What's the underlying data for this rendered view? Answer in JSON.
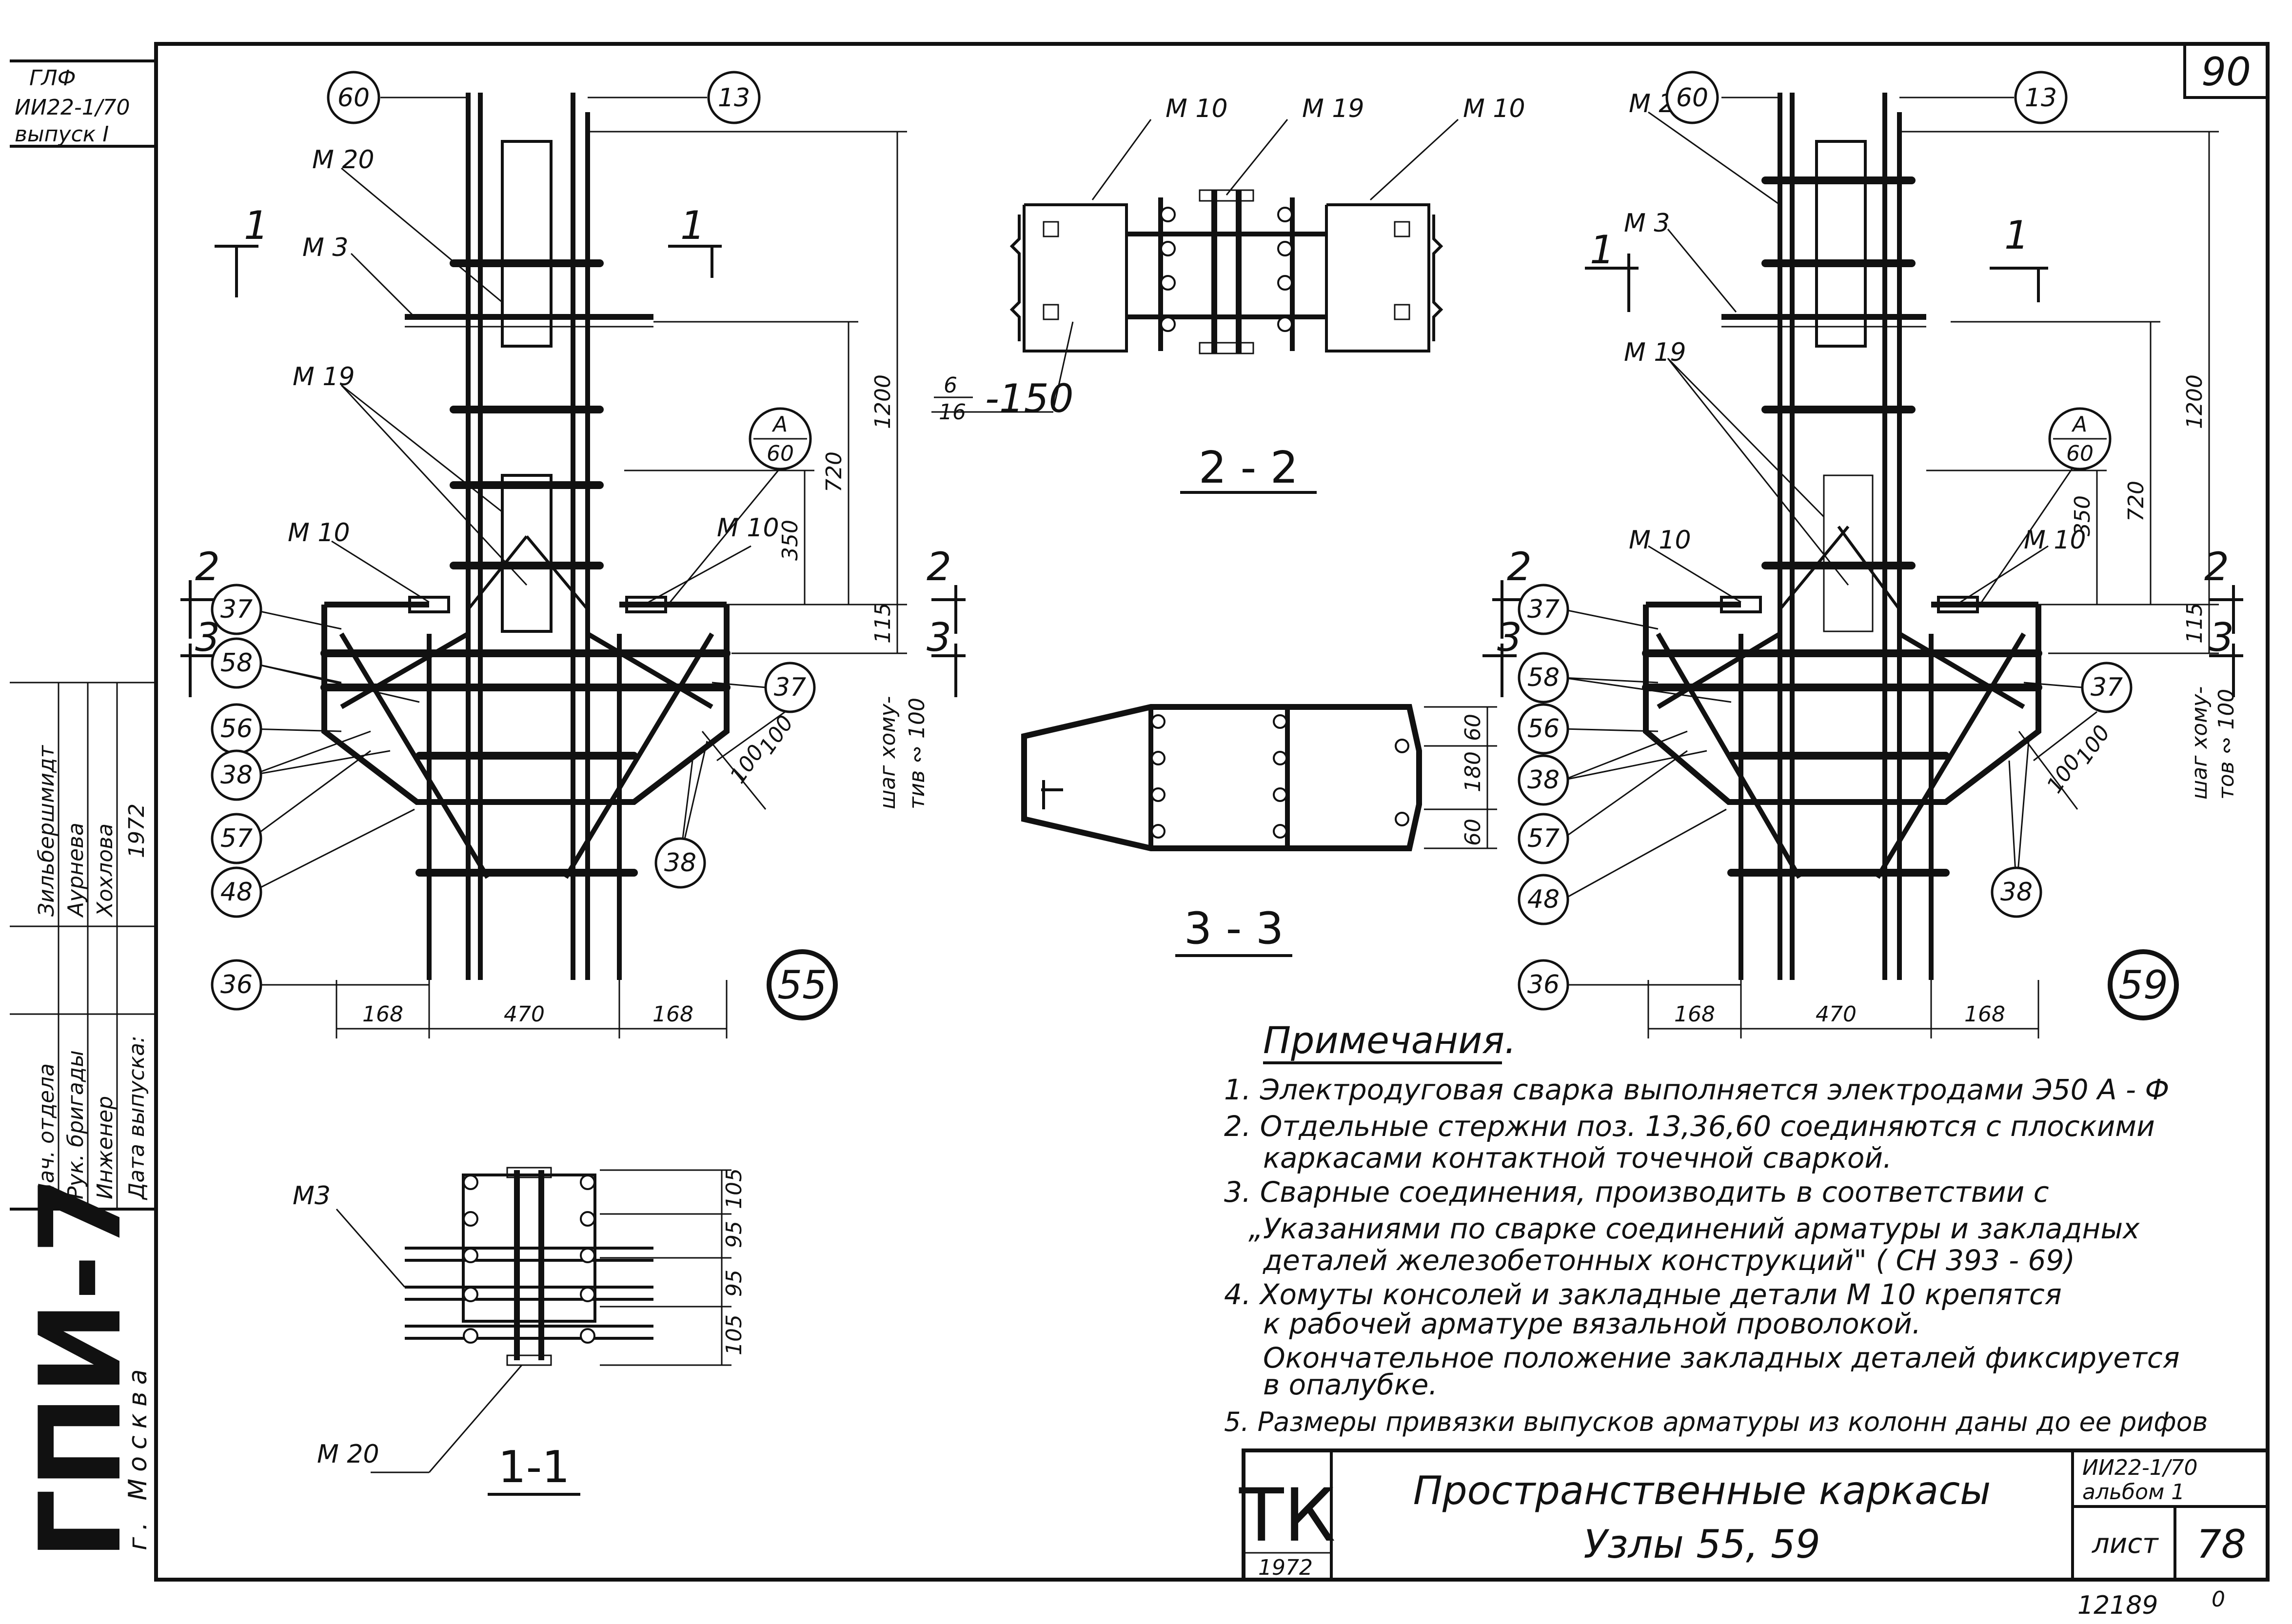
{
  "sheet": {
    "sheet_number_top": "90",
    "series_top_left": "ИИ22-1/70",
    "issue_top_left": "выпуск I",
    "corner_code": "ГЛФ"
  },
  "left_strip": {
    "org": "ГПИ-7",
    "city": "г. Москва",
    "roles": [
      "Нач. отдела",
      "Рук. бригады",
      "Инженер",
      "Дата выпуска:"
    ],
    "names": [
      "Зильбершмидт",
      "Аурнева",
      "Хохлова",
      "1972"
    ]
  },
  "node55": {
    "node_id": "55",
    "marks_left": [
      "60",
      "37",
      "58",
      "56",
      "38",
      "57",
      "48",
      "36"
    ],
    "marks_right": [
      "13",
      "37",
      "38"
    ],
    "callout": {
      "top": "А",
      "bottom": "60"
    },
    "labels": {
      "m20": "М 20",
      "m3": "М 3",
      "m19": "М 19",
      "m10a": "М 10",
      "m10b": "М 10"
    },
    "section_tags": {
      "s1": "1",
      "s2": "2",
      "s3": "3"
    },
    "dims_vertical": [
      "1200",
      "720",
      "350",
      "115"
    ],
    "stirrup_note": [
      "шаг хому-",
      "тив ∾ 100"
    ],
    "dims_diag": [
      "100",
      "100"
    ],
    "dims_bottom": [
      "168",
      "470",
      "168"
    ]
  },
  "node59": {
    "node_id": "59",
    "marks_left": [
      "37",
      "58",
      "56",
      "38",
      "57",
      "48",
      "36"
    ],
    "marks_right": [
      "60",
      "13",
      "37",
      "38"
    ],
    "callout": {
      "top": "А",
      "bottom": "60"
    },
    "labels": {
      "m20": "М 20",
      "m3": "М 3",
      "m19": "М 19",
      "m10a": "М 10",
      "m10b": "М 10"
    },
    "section_tags": {
      "s1": "1",
      "s2": "2",
      "s3": "3"
    },
    "dims_vertical": [
      "1200",
      "720",
      "350",
      "115"
    ],
    "stirrup_note": [
      "шаг хому-",
      "тов ∾ 100"
    ],
    "dims_diag": [
      "100",
      "100"
    ],
    "dims_bottom": [
      "168",
      "470",
      "168"
    ]
  },
  "section22": {
    "title": "2 - 2",
    "labels": [
      "М 10",
      "М 19",
      "М 10"
    ],
    "weld_note": {
      "num": "6",
      "den": "16",
      "len": "-150"
    }
  },
  "section33": {
    "title": "3 - 3",
    "dims": [
      "60",
      "180",
      "60"
    ]
  },
  "section11": {
    "title": "1-1",
    "labels": {
      "m3": "М3",
      "m20": "М 20"
    },
    "dims": [
      "105",
      "95",
      "95",
      "105"
    ]
  },
  "notes": {
    "heading": "Примечания.",
    "lines": [
      "1. Электродуговая сварка выполняется электродами Э50 А - Ф",
      "2. Отдельные стержни поз. 13,36,60 соединяются с плоскими",
      "каркасами контактной точечной сваркой.",
      "3. Сварные соединения, производить в соответствии с",
      "„Указаниями по сварке соединений арматуры и закладных",
      "деталей железобетонных конструкций\" ( СН 393 - 69)",
      "4. Хомуты консолей и закладные детали М 10 крепятся",
      "к рабочей арматуре вязальной проволокой.",
      "Окончательное положение закладных деталей фиксируется",
      "в опалубке.",
      "5. Размеры привязки выпусков арматуры из колонн даны до ее рифов"
    ]
  },
  "title_block": {
    "logo": "ТК",
    "year": "1972",
    "title1": "Пространственные каркасы",
    "title2": "Узлы 55, 59",
    "series": "ИИ22-1/70",
    "album": "альбом 1",
    "sheet_label": "лист",
    "sheet_no": "78",
    "archive_no": "12189",
    "archive_sub": "0"
  }
}
